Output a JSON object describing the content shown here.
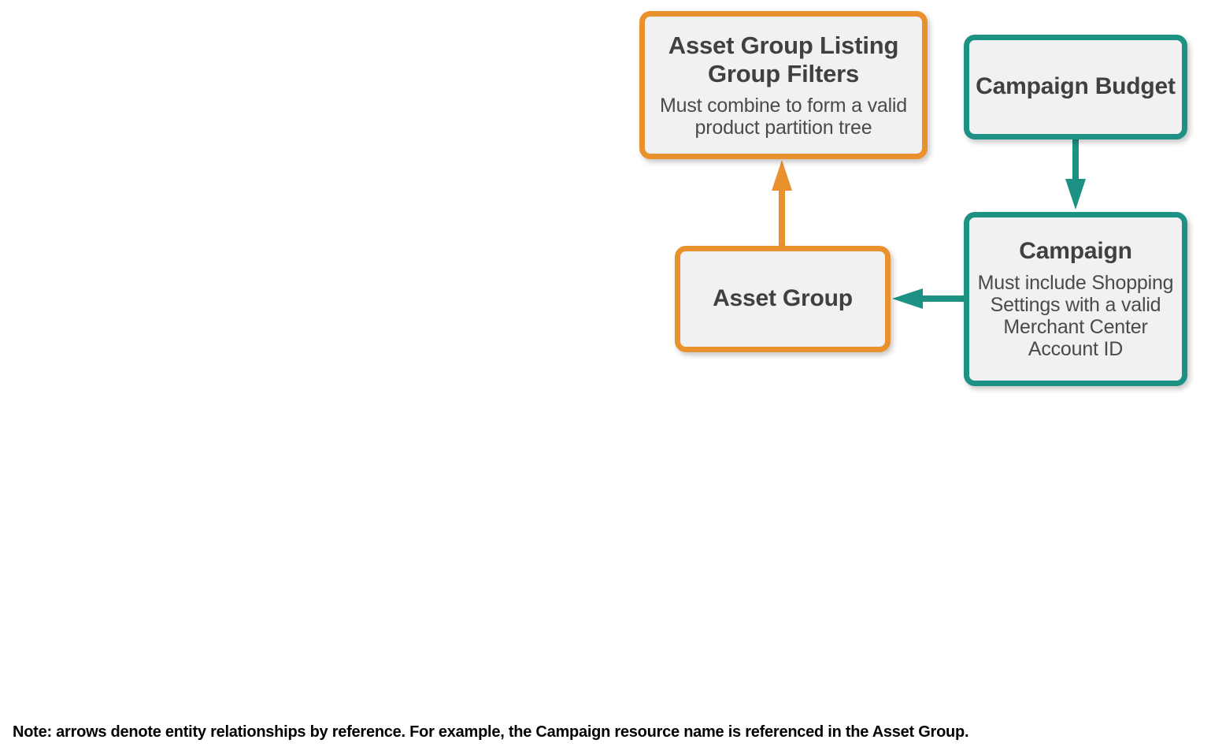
{
  "diagram": {
    "type": "entity-relationship",
    "background_color": "#ffffff",
    "palette": {
      "orange": "#e8912d",
      "teal": "#1d9184",
      "node_fill": "#f1f1f1",
      "title_text": "#3f4040",
      "subtitle_text": "#4a4a4a",
      "note_text": "#000000"
    },
    "nodes": [
      {
        "id": "asset-group-listing-group-filters",
        "title": "Asset Group Listing Group Filters",
        "subtitle": "Must combine to form a valid product partition tree",
        "color": "orange"
      },
      {
        "id": "campaign-budget",
        "title": "Campaign Budget",
        "subtitle": "",
        "color": "teal"
      },
      {
        "id": "asset-group",
        "title": "Asset Group",
        "subtitle": "",
        "color": "orange"
      },
      {
        "id": "campaign",
        "title": "Campaign",
        "subtitle": "Must include Shopping Settings with a valid Merchant Center Account ID",
        "color": "teal"
      }
    ],
    "edges": [
      {
        "id": "edge-asset-group-to-listing-group-filters",
        "from": "asset-group",
        "to": "asset-group-listing-group-filters",
        "color": "orange",
        "direction": "up"
      },
      {
        "id": "edge-campaign-budget-to-campaign",
        "from": "campaign-budget",
        "to": "campaign",
        "color": "teal",
        "direction": "down"
      },
      {
        "id": "edge-campaign-to-asset-group",
        "from": "campaign",
        "to": "asset-group",
        "color": "teal",
        "direction": "left"
      }
    ],
    "note": "Note: arrows denote entity relationships by reference. For example, the Campaign resource name is referenced in the Asset Group."
  }
}
